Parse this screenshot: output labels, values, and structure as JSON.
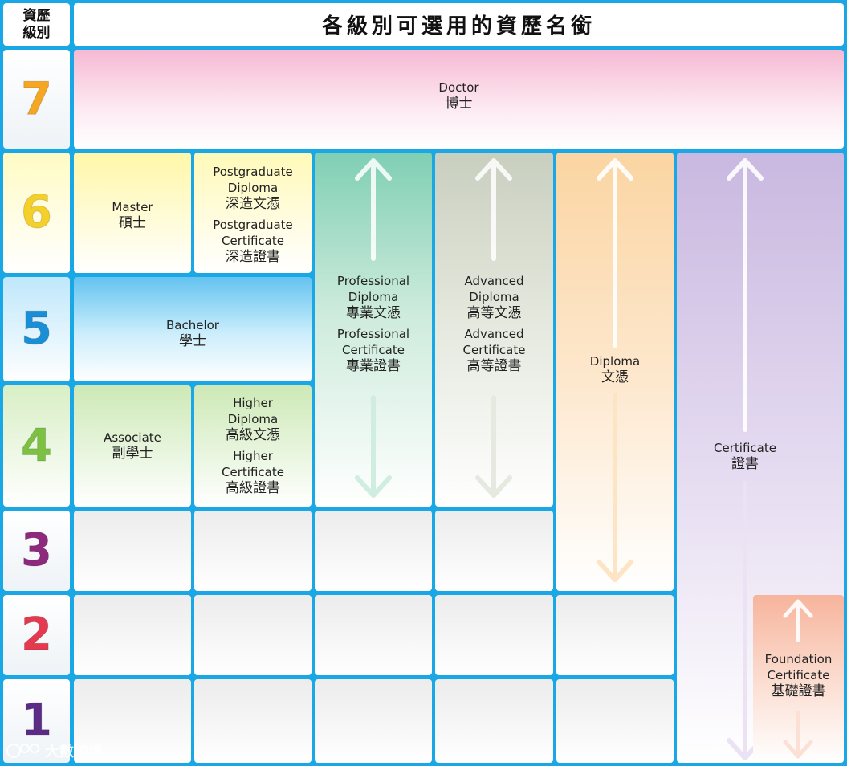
{
  "header": {
    "level_label": "資歷級別",
    "title": "各級別可選用的資歷名銜"
  },
  "levels": [
    {
      "number": "7",
      "color": "#f5a623"
    },
    {
      "number": "6",
      "color": "#f5d02a"
    },
    {
      "number": "5",
      "color": "#1b8fd6"
    },
    {
      "number": "4",
      "color": "#7dc142"
    },
    {
      "number": "3",
      "color": "#8e2a7d"
    },
    {
      "number": "2",
      "color": "#e5394f"
    },
    {
      "number": "1",
      "color": "#5b2b86"
    }
  ],
  "qualifications": {
    "doctor": {
      "en": "Doctor",
      "zh": "博士"
    },
    "master": {
      "en": "Master",
      "zh": "碩士"
    },
    "postgraduate": {
      "line1": "Postgraduate",
      "line2": "Diploma",
      "line3": "深造文憑",
      "line4": "Postgraduate",
      "line5": "Certificate",
      "line6": "深造證書"
    },
    "bachelor": {
      "en": "Bachelor",
      "zh": "學士"
    },
    "associate": {
      "en": "Associate",
      "zh": "副學士"
    },
    "higher": {
      "line1": "Higher",
      "line2": "Diploma",
      "line3": "高級文憑",
      "line4": "Higher",
      "line5": "Certificate",
      "line6": "高級證書"
    },
    "professional": {
      "line1": "Professional",
      "line2": "Diploma",
      "line3": "專業文憑",
      "line4": "Professional",
      "line5": "Certificate",
      "line6": "專業證書"
    },
    "advanced": {
      "line1": "Advanced",
      "line2": "Diploma",
      "line3": "高等文憑",
      "line4": "Advanced",
      "line5": "Certificate",
      "line6": "高等證書"
    },
    "diploma": {
      "en": "Diploma",
      "zh": "文憑"
    },
    "certificate": {
      "en": "Certificate",
      "zh": "證書"
    },
    "foundation": {
      "line1": "Foundation",
      "line2": "Certificate",
      "line3": "基礎證書"
    }
  },
  "watermark": "大數跨境"
}
